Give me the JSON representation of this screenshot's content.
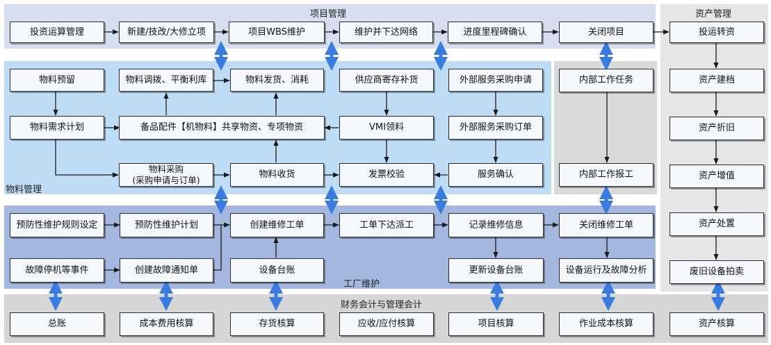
{
  "zones": {
    "project": "项目管理",
    "asset": "资产管理",
    "material": "物料管理",
    "plant": "工厂维护",
    "finance": "财务会计与管理会计"
  },
  "project": {
    "items": [
      "投资运算管理",
      "新建/技改/大修立项",
      "项目WBS维护",
      "维护并下达网络",
      "进度里程碑确认",
      "关闭项目"
    ]
  },
  "asset": {
    "items": [
      "投运转资",
      "资产建档",
      "资产折旧",
      "资产增值",
      "资产处置",
      "废旧设备拍卖"
    ]
  },
  "material": {
    "reserve": "物料预留",
    "transfer": "物料调拨、平衡利库",
    "issue": "物料发货、消耗",
    "consign": "供应商寄存补货",
    "ext_req": "外部服务采购申请",
    "plan": "物料需求计划",
    "spares": "备品配件【机物料】共享物资、专项物资",
    "vmi": "VMI领料",
    "ext_po": "外部服务采购订单",
    "purchase_line1": "物料采购",
    "purchase_line2": "(采购申请与订单)",
    "receipt": "物料收货",
    "invoice": "发票校验",
    "svc_confirm": "服务确认"
  },
  "internal": {
    "task": "内部工作任务",
    "report": "内部工作报工"
  },
  "plant": {
    "rules": "预防性维护规则设定",
    "pm_plan": "预防性维护计划",
    "create_wo": "创建维修工单",
    "dispatch": "工单下达派工",
    "record": "记录维修信息",
    "close_wo": "关闭维修工单",
    "events": "故障停机等事件",
    "notify": "创建故障通知单",
    "ledger": "设备台账",
    "update_ledger": "更新设备台账",
    "analysis": "设备运行及故障分析"
  },
  "finance": {
    "items": [
      "总账",
      "成本费用核算",
      "存货核算",
      "应收/应付核算",
      "项目核算",
      "作业成本核算",
      "资产核算"
    ]
  },
  "colors": {
    "project_bg": "#d6def0",
    "asset_bg": "#e6e6e6",
    "material_bg": "#bfdcf6",
    "internal_bg": "#d9d9d9",
    "plant_bg": "#a4b8df",
    "finance_bg": "#d6d6d6",
    "arrow": "#1a1a1a",
    "updown_arrow": "#3a7be0"
  }
}
